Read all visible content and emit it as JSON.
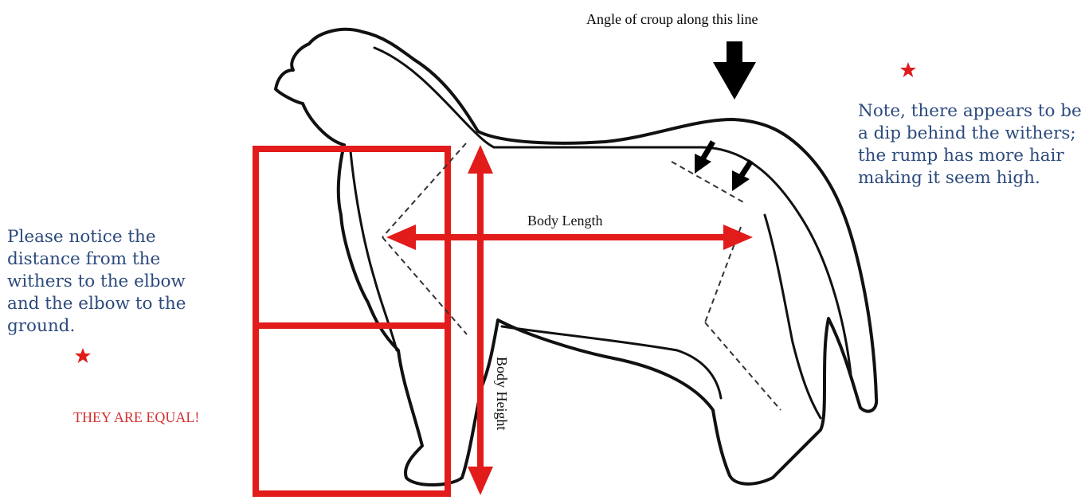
{
  "labels": {
    "croup_line": "Angle of croup along this line",
    "body_length": "Body Length",
    "body_height": "Body Height",
    "equal": "THEY ARE EQUAL!"
  },
  "notes": {
    "left": "Please notice the distance from the withers to the elbow and the elbow to the ground.",
    "right": "Note, there appears to be a dip behind the withers; the rump has more hair making it seem high."
  },
  "colors": {
    "accent_red": "#e21b1b",
    "note_text": "#2c4a7c",
    "outline": "#111111",
    "star": "#e21b1b"
  }
}
